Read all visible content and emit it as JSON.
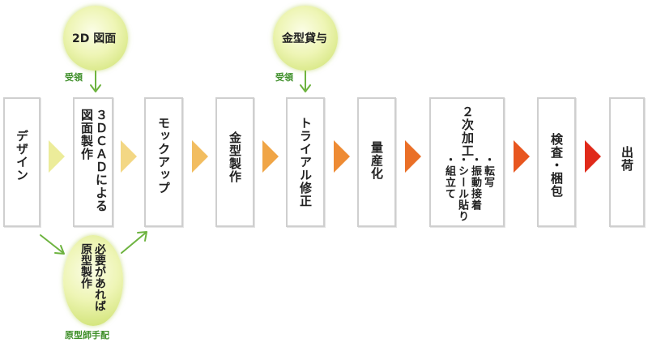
{
  "steps": [
    {
      "id": "design",
      "label": "デザイン"
    },
    {
      "id": "drawing3d",
      "label": "３ＤＣＡＤによる\n図面製作"
    },
    {
      "id": "mockup",
      "label": "モックアップ"
    },
    {
      "id": "mold",
      "label": "金型製作"
    },
    {
      "id": "trial",
      "label": "トライアル修正"
    },
    {
      "id": "massprod",
      "label": "量産化"
    },
    {
      "id": "secondary_title",
      "label": "２次加工"
    },
    {
      "id": "secondary_list",
      "label": "・転写\n・振動接着\n・シール貼り\n・組立て"
    },
    {
      "id": "inspection",
      "label": "検査・梱包"
    },
    {
      "id": "shipping",
      "label": "出荷"
    }
  ],
  "inputs": {
    "drawing2d": {
      "label": "2D 図面",
      "note": "受領"
    },
    "moldloan": {
      "label": "金型貸与",
      "note": "受領"
    },
    "prototype": {
      "label": "必要があれば\n原型製作",
      "note": "原型師手配"
    }
  },
  "arrow_colors": [
    "#ecec9a",
    "#f3d784",
    "#f2bd60",
    "#f0a546",
    "#ee8b34",
    "#ea6f27",
    "#e8561f",
    "#e02a1a"
  ],
  "connector_color": "#6db33f"
}
